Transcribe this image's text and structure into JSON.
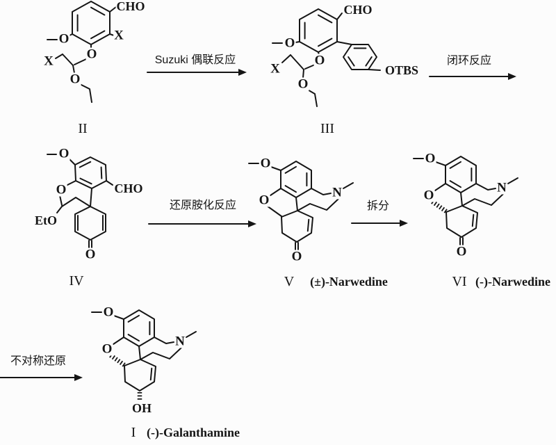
{
  "colors": {
    "ink": "#151515",
    "background": "#fcfcfc"
  },
  "arrows": [
    {
      "id": "suzuki-coupling",
      "label": "Suzuki 偶联反应"
    },
    {
      "id": "ring-closure",
      "label": "闭环反应"
    },
    {
      "id": "reductive-amination",
      "label": "还原胺化反应"
    },
    {
      "id": "resolution",
      "label": "拆分"
    },
    {
      "id": "asymmetric-reduction",
      "label": "不对称还原"
    }
  ],
  "structures": {
    "ii": {
      "caption": "II",
      "labels": {
        "cho": "CHO",
        "x_ring": "X",
        "o_methoxy": "O",
        "o_aryl": "O",
        "x_chain": "X",
        "o_ethoxy": "O"
      }
    },
    "iii": {
      "caption": "III",
      "labels": {
        "cho": "CHO",
        "o_methoxy": "O",
        "o_aryl": "O",
        "x_chain": "X",
        "o_ethoxy": "O",
        "otbs": "OTBS"
      }
    },
    "iv": {
      "caption": "IV",
      "labels": {
        "o_methoxy": "O",
        "cho": "CHO",
        "o_ring": "O",
        "eto": "EtO",
        "o_ketone": "O"
      }
    },
    "v": {
      "caption_num": "V",
      "caption_name": "(±)-Narwedine",
      "labels": {
        "o_methoxy": "O",
        "o_furan": "O",
        "n": "N",
        "o_ketone": "O"
      }
    },
    "vi": {
      "caption_num": "VI",
      "caption_name": "(-)-Narwedine",
      "labels": {
        "o_methoxy": "O",
        "o_furan": "O",
        "n": "N",
        "o_ketone": "O"
      }
    },
    "i": {
      "caption_num": "I",
      "caption_name": "(-)-Galanthamine",
      "labels": {
        "o_methoxy": "O",
        "o_furan": "O",
        "n": "N",
        "oh": "OH"
      }
    }
  }
}
